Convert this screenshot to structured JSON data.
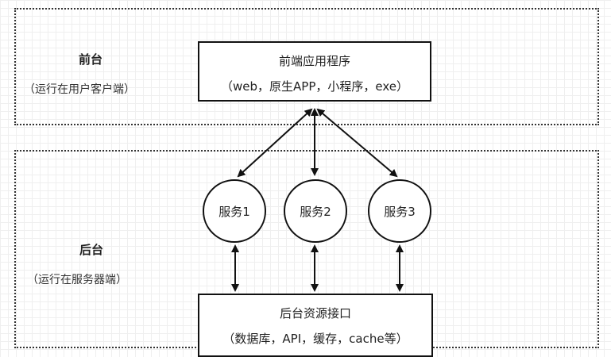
{
  "frontend": {
    "title": "前台",
    "subtitle": "（运行在用户客户端）",
    "box_title": "前端应用程序",
    "box_subtitle": "（web，原生APP，小程序，exe）"
  },
  "backend": {
    "title": "后台",
    "subtitle": "（运行在服务器端）",
    "services": [
      "服务1",
      "服务2",
      "服务3"
    ],
    "box_title": "后台资源接口",
    "box_subtitle": "（数据库，API，缓存，cache等）"
  }
}
